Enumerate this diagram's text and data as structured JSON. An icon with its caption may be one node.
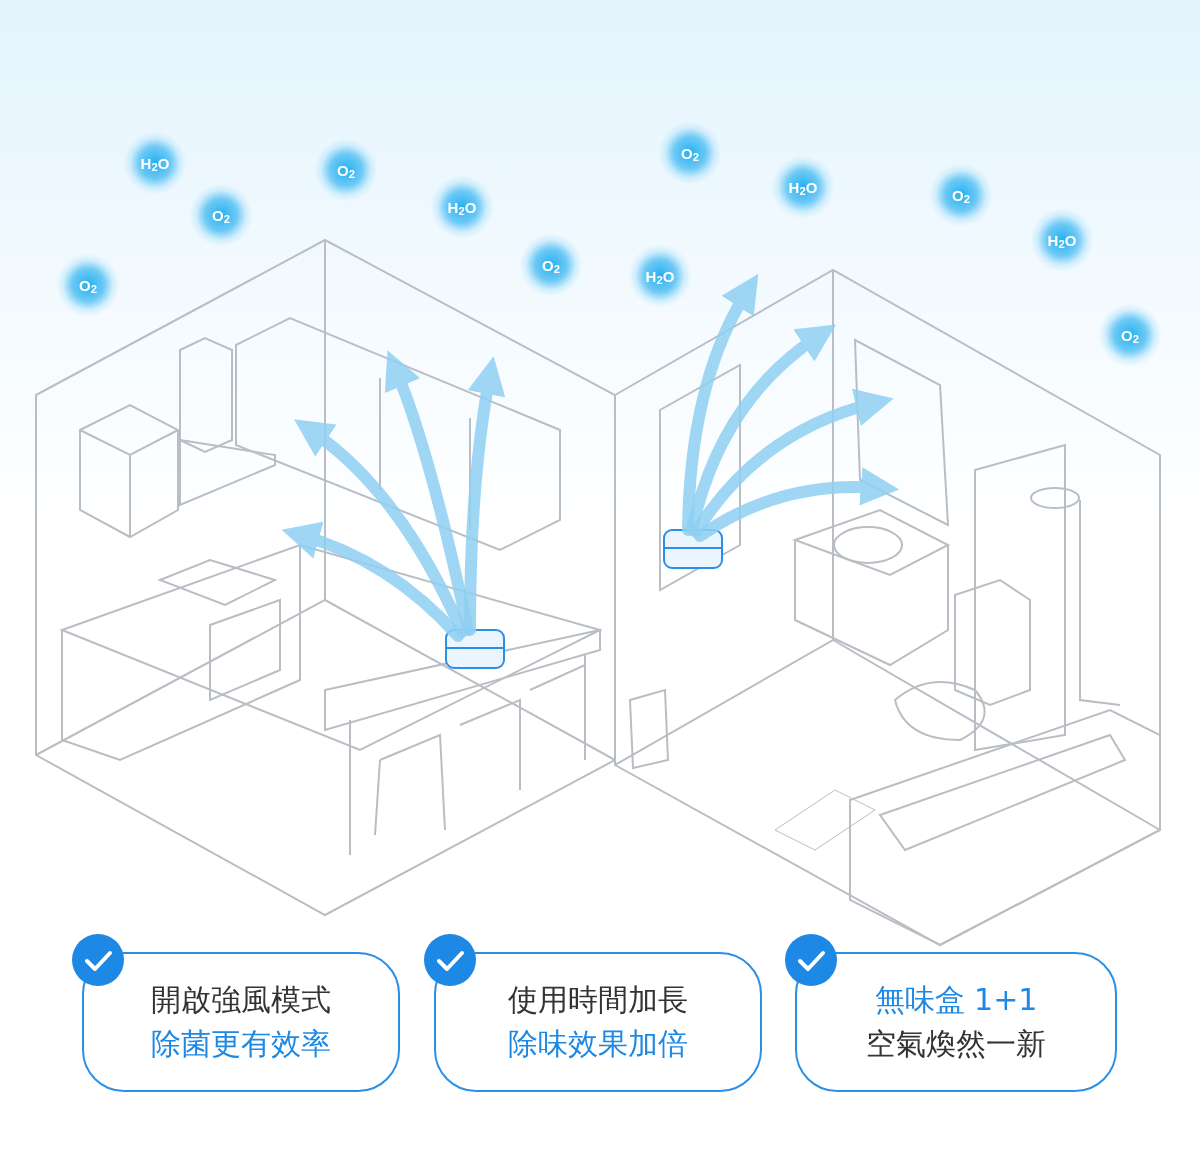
{
  "diagram": {
    "nodes": [
      {
        "text": [
          "H$_{2}$O"
        ]
      },
      {
        "text": [
          "O$_{2}$"
        ]
      },
      {
        "text": [
          "O$_{2}$"
        ]
      },
      {
        "text": [
          "H$_{2}$O"
        ]
      },
      {
        "text": [
          "O$_{2}$"
        ]
      },
      {
        "text": [
          "H$_{2}$O"
        ]
      },
      {
        "text": [
          "O$_{2}$"
        ]
      },
      {
        "text": [
          "H$_{2}$O"
        ]
      },
      {
        "text": [
          "O$_{2}$"
        ]
      },
      {
        "text": [
          "H$_{2}$O"
        ]
      },
      {
        "text": [
          "O$_{2}$"
        ]
      },
      {
        "text": [
          "O$_{2}$"
        ]
      },
      {
        "text": [
          "開啟強風模式",
          "除菌更有效率"
        ]
      },
      {
        "text": [
          "使用時間加長",
          "除味效果加倍"
        ]
      },
      {
        "text": [
          "無味盒 1+1",
          "空氣煥然一新"
        ]
      }
    ]
  }
}
